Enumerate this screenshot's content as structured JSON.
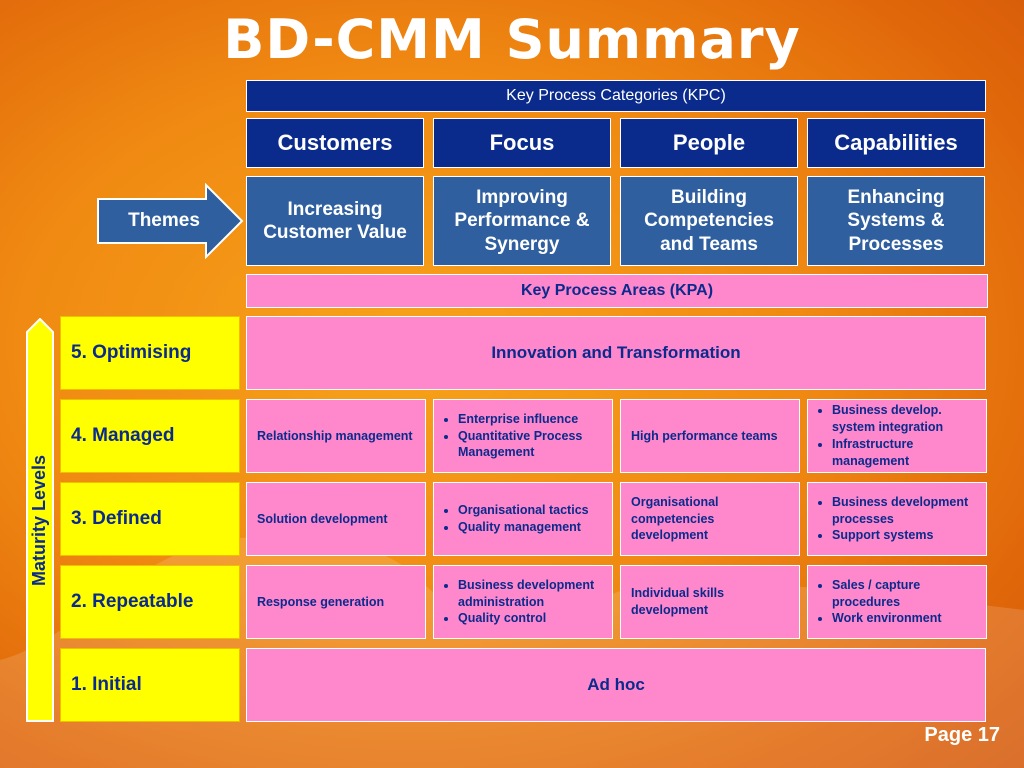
{
  "title": "BD-CMM Summary",
  "kpc_header": "Key Process Categories (KPC)",
  "categories": [
    "Customers",
    "Focus",
    "People",
    "Capabilities"
  ],
  "themes_label": "Themes",
  "themes": [
    "Increasing Customer Value",
    "Improving Performance & Synergy",
    "Building Competencies and Teams",
    "Enhancing Systems & Processes"
  ],
  "kpa_header": "Key Process Areas (KPA)",
  "axis_label": "Maturity Levels",
  "levels": {
    "l5": "5. Optimising",
    "l4": "4. Managed",
    "l3": "3. Defined",
    "l2": "2. Repeatable",
    "l1": "1. Initial"
  },
  "rows": {
    "l5_wide": "Innovation and Transformation",
    "l4": {
      "customers": "Relationship management",
      "focus": [
        "Enterprise influence",
        "Quantitative Process Management"
      ],
      "people": "High performance teams",
      "capabilities": [
        "Business develop. system integration",
        "Infrastructure management"
      ]
    },
    "l3": {
      "customers": "Solution development",
      "focus": [
        "Organisational tactics",
        "Quality management"
      ],
      "people": "Organisational competencies development",
      "capabilities": [
        "Business development processes",
        "Support systems"
      ]
    },
    "l2": {
      "customers": "Response generation",
      "focus": [
        "Business development administration",
        "Quality control"
      ],
      "people": "Individual skills development",
      "capabilities": [
        "Sales / capture procedures",
        "Work environment"
      ]
    },
    "l1_wide": "Ad hoc"
  },
  "page": "Page 17",
  "colors": {
    "navy": "#0a2a8c",
    "theme_blue": "#2f5f9e",
    "pink": "#ff88cc",
    "yellow": "#ffff00",
    "orange": "#f08a12"
  }
}
